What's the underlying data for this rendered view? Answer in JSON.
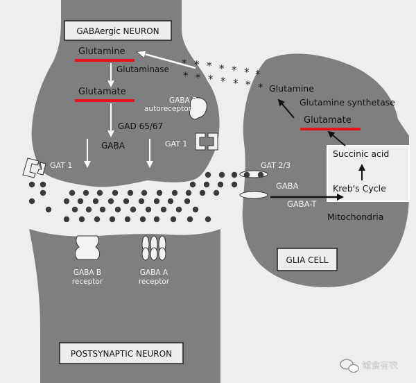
{
  "colors": {
    "background": "#eeeeee",
    "cell_fill": "#7f7f7f",
    "cell_dark": "#6e6e6e",
    "highlight": "#e8141c",
    "label_dark": "#111111",
    "label_light": "#f4f4f4",
    "dot": "#3a3a3a"
  },
  "presynaptic": {
    "title": "GABAergic NEURON",
    "glutamine": "Glutamine",
    "glutaminase": "Glutaminase",
    "glutamate": "Glutamate",
    "gad": "GAD 65/67",
    "gaba": "GABA",
    "gaba_b_auto_line1": "GABA B",
    "gaba_b_auto_line2": "autoreceptor",
    "gat1_right": "GAT 1",
    "gat1_left": "GAT 1"
  },
  "postsynaptic": {
    "title": "POSTSYNAPTIC NEURON",
    "gaba_b_line1": "GABA B",
    "gaba_b_line2": "receptor",
    "gaba_a_line1": "GABA A",
    "gaba_a_line2": "receptor"
  },
  "glia": {
    "title": "GLIA CELL",
    "glutamine": "Glutamine",
    "glutamine_synthetase": "Glutamine synthetase",
    "glutamate": "Glutamate",
    "succinic_acid": "Succinic acid",
    "krebs_cycle": "Kreb's Cycle",
    "mitochondria": "Mitochondria",
    "gat23": "GAT 2/3",
    "gaba": "GABA",
    "gaba_t": "GABA-T"
  },
  "watermark": {
    "icon": "wechat-icon",
    "text": "城食有农"
  }
}
